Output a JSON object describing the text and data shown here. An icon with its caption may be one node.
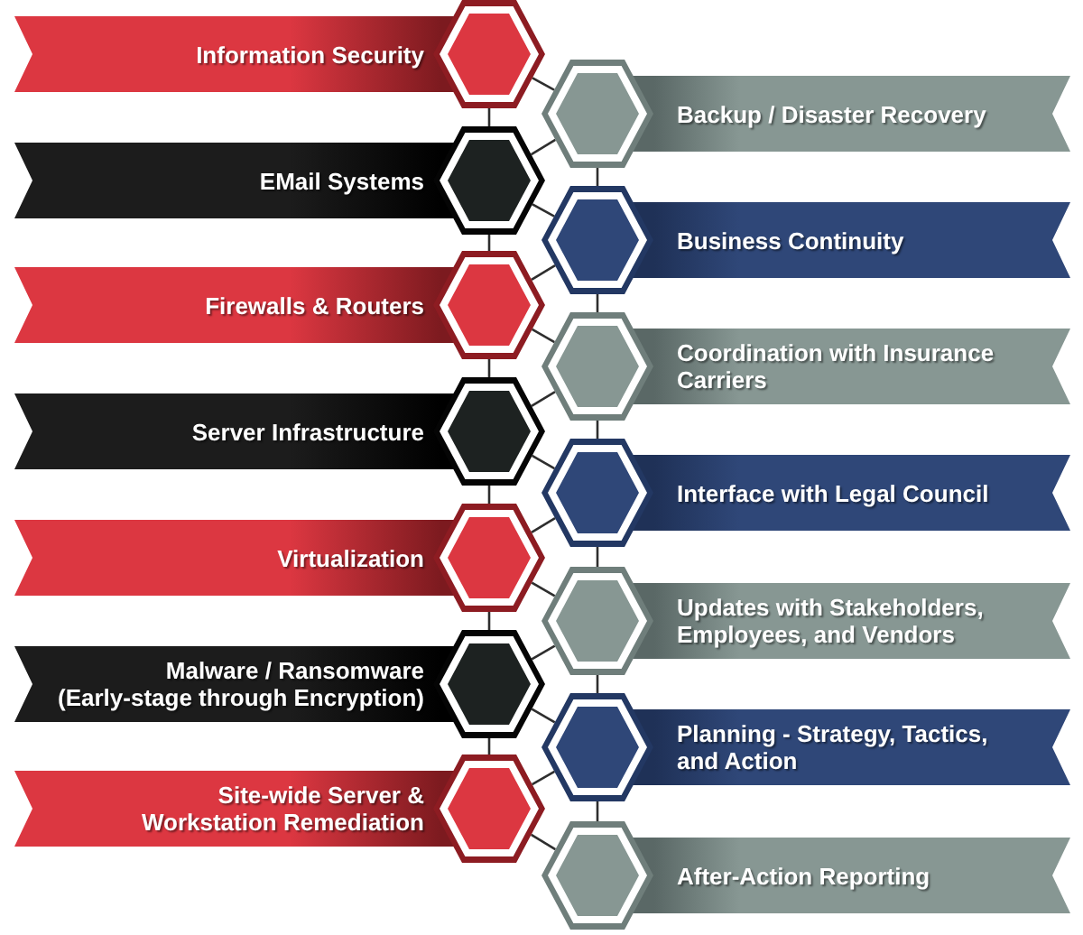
{
  "diagram": {
    "nodes": [
      {
        "text": [
          "Information Security"
        ]
      },
      {
        "text": [
          "Backup / Disaster Recovery"
        ]
      },
      {
        "text": [
          "EMail Systems"
        ]
      },
      {
        "text": [
          "Business Continuity"
        ]
      },
      {
        "text": [
          "Firewalls & Routers"
        ]
      },
      {
        "text": [
          "Coordination with Insurance Carriers"
        ]
      },
      {
        "text": [
          "Server Infrastructure"
        ]
      },
      {
        "text": [
          "Interface with Legal Council"
        ]
      },
      {
        "text": [
          "Virtualization"
        ]
      },
      {
        "text": [
          "Updates with Stakeholders, Employees, and Vendors"
        ]
      },
      {
        "text": [
          "Malware / Ransomware (Early-stage through Encryption)"
        ]
      },
      {
        "text": [
          "Planning - Strategy, Tactics, and Action"
        ]
      },
      {
        "text": [
          "Site-wide Server & Workstation Remediation"
        ]
      },
      {
        "text": [
          "After-Action Reporting"
        ]
      }
    ],
    "edges": [
      {
        "from": 0,
        "to": 1,
        "arrow": "none"
      },
      {
        "from": 0,
        "to": 2,
        "arrow": "none"
      },
      {
        "from": 1,
        "to": 2,
        "arrow": "none"
      },
      {
        "from": 1,
        "to": 3,
        "arrow": "none"
      },
      {
        "from": 2,
        "to": 3,
        "arrow": "none"
      },
      {
        "from": 2,
        "to": 4,
        "arrow": "none"
      },
      {
        "from": 3,
        "to": 4,
        "arrow": "none"
      },
      {
        "from": 3,
        "to": 5,
        "arrow": "none"
      },
      {
        "from": 4,
        "to": 5,
        "arrow": "none"
      },
      {
        "from": 4,
        "to": 6,
        "arrow": "none"
      },
      {
        "from": 5,
        "to": 6,
        "arrow": "none"
      },
      {
        "from": 5,
        "to": 7,
        "arrow": "none"
      },
      {
        "from": 6,
        "to": 7,
        "arrow": "none"
      },
      {
        "from": 6,
        "to": 8,
        "arrow": "none"
      },
      {
        "from": 7,
        "to": 8,
        "arrow": "none"
      },
      {
        "from": 7,
        "to": 9,
        "arrow": "none"
      },
      {
        "from": 8,
        "to": 9,
        "arrow": "none"
      },
      {
        "from": 8,
        "to": 10,
        "arrow": "none"
      },
      {
        "from": 9,
        "to": 10,
        "arrow": "none"
      },
      {
        "from": 9,
        "to": 11,
        "arrow": "none"
      },
      {
        "from": 10,
        "to": 11,
        "arrow": "none"
      },
      {
        "from": 10,
        "to": 12,
        "arrow": "none"
      },
      {
        "from": 11,
        "to": 12,
        "arrow": "none"
      },
      {
        "from": 11,
        "to": 13,
        "arrow": "none"
      },
      {
        "from": 12,
        "to": 13,
        "arrow": "none"
      }
    ]
  }
}
